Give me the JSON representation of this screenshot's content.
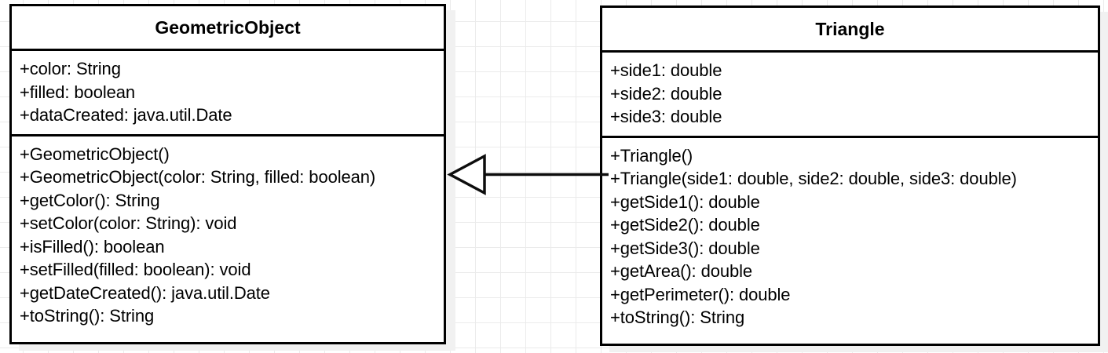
{
  "diagram": {
    "type": "uml-class-diagram",
    "background": {
      "grid": true,
      "grid_size": 32,
      "grid_color": "#ebebeb",
      "page_color": "#ffffff"
    },
    "stroke_color": "#000000",
    "shadow_color": "#f1f1f1"
  },
  "classes": [
    {
      "id": "geometric-object",
      "name": "GeometricObject",
      "attributes": [
        "+color: String",
        "+filled: boolean",
        "+dataCreated: java.util.Date"
      ],
      "methods": [
        "+GeometricObject()",
        "+GeometricObject(color: String, filled: boolean)",
        "+getColor(): String",
        "+setColor(color: String): void",
        "+isFilled(): boolean",
        "+setFilled(filled: boolean): void",
        "+getDateCreated(): java.util.Date",
        "+toString(): String"
      ]
    },
    {
      "id": "triangle",
      "name": "Triangle",
      "attributes": [
        "+side1: double",
        "+side2: double",
        "+side3: double"
      ],
      "methods": [
        "+Triangle()",
        "+Triangle(side1: double, side2: double, side3: double)",
        "+getSide1(): double",
        "+getSide2(): double",
        "+getSide3(): double",
        "+getArea(): double",
        "+getPerimeter(): double",
        "+toString(): String"
      ]
    }
  ],
  "relationships": [
    {
      "id": "triangle-extends-geometric-object",
      "kind": "generalization",
      "label": "",
      "from": "triangle",
      "to": "geometric-object",
      "arrowhead": "hollow-triangle",
      "arrowhead_at": "geometric-object",
      "line_style": "solid"
    }
  ]
}
